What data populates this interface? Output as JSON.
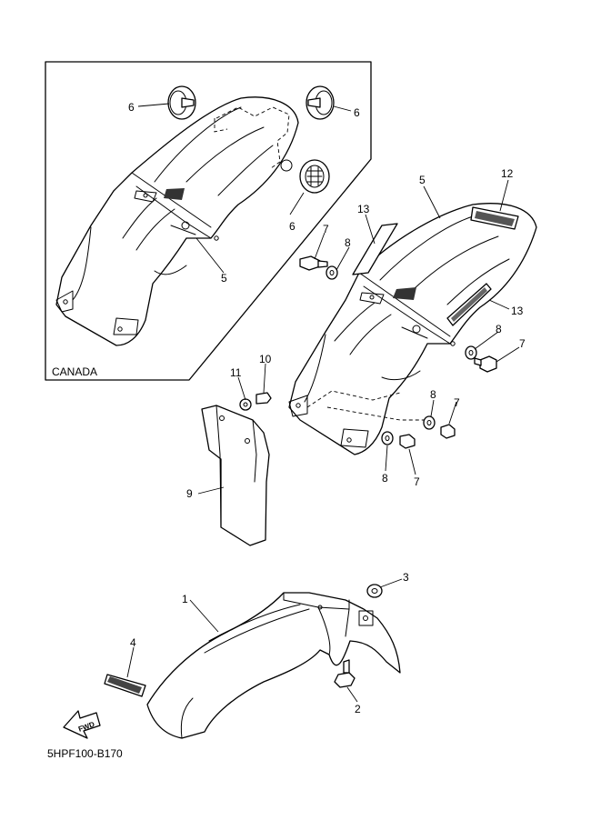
{
  "diagram": {
    "inset_label": "CANADA",
    "code": "5HPF100-B170",
    "fwd_label": "FWD",
    "callouts": {
      "c6a": "6",
      "c6b": "6",
      "c6c": "6",
      "c5a": "5",
      "c13a": "13",
      "c5b": "5",
      "c12": "12",
      "c7a": "7",
      "c8a": "8",
      "c13b": "13",
      "c8b": "8",
      "c7b": "7",
      "c11": "11",
      "c10": "10",
      "c8c": "8",
      "c7c": "7",
      "c8d": "8",
      "c7d": "7",
      "c9": "9",
      "c3": "3",
      "c1": "1",
      "c4": "4",
      "c2": "2"
    }
  }
}
